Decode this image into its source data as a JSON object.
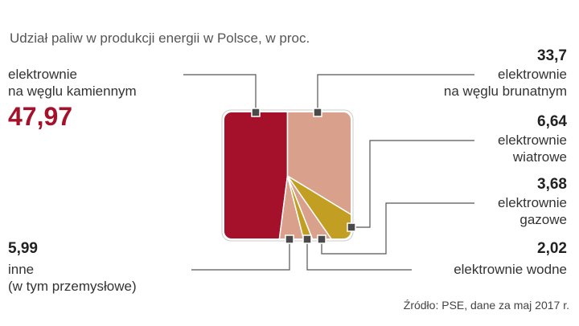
{
  "chart_data": {
    "type": "pie",
    "title": "Udział paliw w produkcji energii w Polsce, w proc.",
    "source": "Źródło: PSE, dane za maj 2017 r.",
    "slices": [
      {
        "name": "elektrownie na węglu kamiennym",
        "line1": "elektrownie",
        "line2": "na węglu kamiennym",
        "value": 47.97,
        "label": "47,97",
        "color": "#a5102a"
      },
      {
        "name": "inne (w tym przemysłowe)",
        "line1": "inne",
        "line2": "(w tym przemysłowe)",
        "value": 5.99,
        "label": "5,99",
        "color": "#d9a08c"
      },
      {
        "name": "elektrownie wodne",
        "line1": "elektrownie wodne",
        "line2": "",
        "value": 2.02,
        "label": "2,02",
        "color": "#c29e22"
      },
      {
        "name": "elektrownie gazowe",
        "line1": "elektrownie",
        "line2": "gazowe",
        "value": 3.68,
        "label": "3,68",
        "color": "#d9a08c"
      },
      {
        "name": "elektrownie wiatrowe",
        "line1": "elektrownie",
        "line2": "wiatrowe",
        "value": 6.64,
        "label": "6,64",
        "color": "#c29e22"
      },
      {
        "name": "elektrownie na węglu brunatnym",
        "line1": "elektrownie",
        "line2": "na węglu brunatnym",
        "value": 33.7,
        "label": "33,7",
        "color": "#d9a08c"
      }
    ]
  }
}
